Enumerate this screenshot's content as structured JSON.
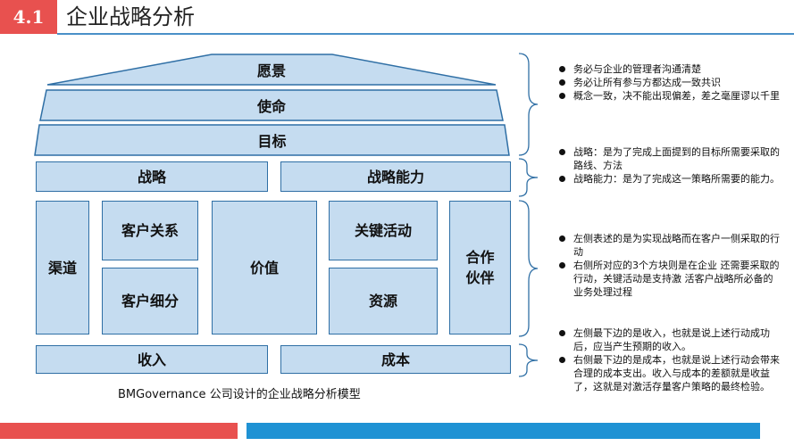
{
  "header": {
    "section_number": "4.1",
    "title": "企业战略分析"
  },
  "diagram": {
    "roof_top": "愿景",
    "roof_mid": "使命",
    "roof_bottom": "目标",
    "strategy": "战略",
    "strategy_capability": "战略能力",
    "channels": "渠道",
    "customer_relations": "客户关系",
    "customer_segments": "客户细分",
    "value": "价值",
    "key_activities": "关键活动",
    "resources": "资源",
    "partners_line1": "合作",
    "partners_line2": "伙伴",
    "revenue": "收入",
    "cost": "成本"
  },
  "caption": "BMGovernance 公司设计的企业战略分析模型",
  "notes": {
    "group1": [
      "务必与企业的管理者沟通清楚",
      "务必让所有参与方都达成一致共识",
      "概念一致，决不能出现偏差，差之毫厘谬以千里"
    ],
    "group2": [
      "战略：是为了完成上面提到的目标所需要采取的路线、方法",
      "战略能力：是为了完成这一策略所需要的能力。"
    ],
    "group3": [
      "左侧表述的是为实现战略而在客户一侧采取的行动",
      "右侧所对应的3个方块则是在企业 还需要采取的行动，关键活动是支持激 活客户战略所必备的业务处理过程"
    ],
    "group4": [
      "左侧最下边的是收入，也就是说上述行动成功后，应当产生预期的收入。",
      "右侧最下边的是成本，也就是说上述行动会带来合理的成本支出。收入与成本的差额就是收益了，这就是对激活存量客户策略的最终检验。"
    ]
  },
  "colors": {
    "accent_red": "#e8514f",
    "accent_blue": "#1f92d4",
    "box_fill": "#c5dcf0",
    "box_border": "#2f6fa5"
  }
}
